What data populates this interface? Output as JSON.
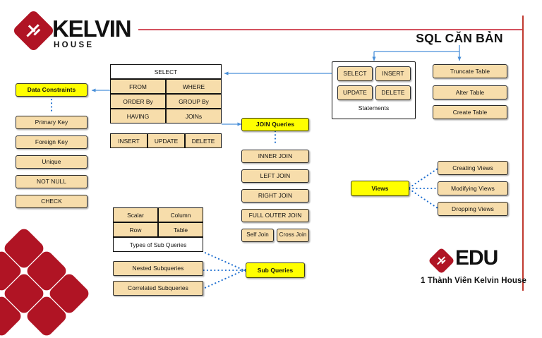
{
  "brand": {
    "kelvin_name": "KELVIN",
    "kelvin_sub": "HOUSE",
    "edu_name": "EDU",
    "edu_sub": "1 Thành Viên Kelvin House"
  },
  "header": {
    "title": "SQL CĂN BẢN"
  },
  "colors": {
    "accent_red": "#b01424",
    "rule_red": "#d4525f",
    "highlight_yellow": "#ffff00",
    "node_tan": "#f7ddab",
    "connector_blue": "#4a90d9",
    "connector_dotted": "#1f6fd0",
    "border_dark": "#111111"
  },
  "select_block": {
    "header": "SELECT",
    "rows": [
      [
        "FROM",
        "WHERE"
      ],
      [
        "ORDER By",
        "GROUP By"
      ],
      [
        "HAVING",
        "JOINs"
      ]
    ],
    "dml": [
      "INSERT",
      "UPDATE",
      "DELETE"
    ]
  },
  "data_constraints": {
    "title": "Data Constraints",
    "items": [
      "Primary Key",
      "Foreign Key",
      "Unique",
      "NOT NULL",
      "CHECK"
    ]
  },
  "join_queries": {
    "title": "JOIN Queries",
    "items": [
      "INNER JOIN",
      "LEFT JOIN",
      "RIGHT JOIN",
      "FULL OUTER JOIN"
    ],
    "pair": [
      "Self Join",
      "Cross Join"
    ]
  },
  "statements": {
    "caption": "Statements",
    "items": [
      "SELECT",
      "INSERT",
      "UPDATE",
      "DELETE"
    ]
  },
  "table_ops": {
    "items": [
      "Truncate Table",
      "Alter Table",
      "Create Table"
    ]
  },
  "views": {
    "title": "Views",
    "items": [
      "Creating Views",
      "Modifying Views",
      "Dropping Views"
    ]
  },
  "sub_queries": {
    "title": "Sub Queries",
    "types_caption": "Types of Sub Queries",
    "types": [
      [
        "Scalar",
        "Column"
      ],
      [
        "Row",
        "Table"
      ]
    ],
    "extra": [
      "Nested Subqueries",
      "Correlated Subqueries"
    ]
  }
}
